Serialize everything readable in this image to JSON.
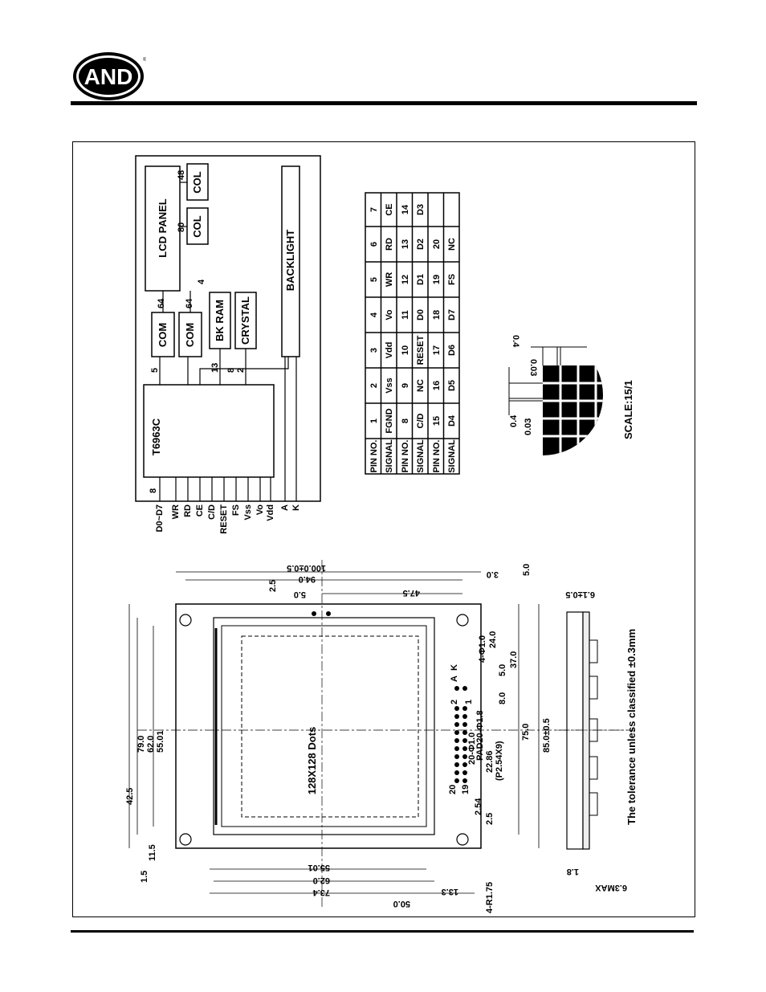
{
  "brand": {
    "logo_text": "AND",
    "registered_mark": "®"
  },
  "block_diagram": {
    "lcd_panel": "LCD PANEL",
    "col1": "COL",
    "col2": "COL",
    "col1_count": "80",
    "col2_count": "48",
    "com1": "COM",
    "com2": "COM",
    "com_count": "64",
    "bk_ram": "BK RAM",
    "crystal": "CRYSTAL",
    "controller": "T6963C",
    "backlight": "BACKLIGHT",
    "bus_count": "8",
    "b13": "13",
    "b8": "8",
    "b2": "2",
    "b5": "5",
    "b4": "4",
    "signals": [
      "D0~D7",
      "WR",
      "RD",
      "CE",
      "C/D",
      "RESET",
      "FS",
      "Vss",
      "Vo",
      "Vdd"
    ],
    "bl_signals": [
      "A",
      "K"
    ]
  },
  "pin_table": {
    "row_headers": [
      "PIN NO.",
      "SIGNAL",
      "PIN NO.",
      "SIGNAL",
      "PIN NO.",
      "SIGNAL"
    ],
    "pins_a": [
      "1",
      "2",
      "3",
      "4",
      "5",
      "6",
      "7"
    ],
    "sig_a": [
      "FGND",
      "Vss",
      "Vdd",
      "Vo",
      "WR",
      "RD",
      "CE"
    ],
    "pins_b": [
      "8",
      "9",
      "10",
      "11",
      "12",
      "13",
      "14"
    ],
    "sig_b": [
      "C/D",
      "NC",
      "RESET",
      "D0",
      "D1",
      "D2",
      "D3"
    ],
    "pins_c": [
      "15",
      "16",
      "17",
      "18",
      "19",
      "20"
    ],
    "sig_c": [
      "D4",
      "D5",
      "D6",
      "D7",
      "FS",
      "NC"
    ]
  },
  "dot_detail": {
    "d1": "0.4",
    "d2": "0.03",
    "d3": "0.4",
    "d4": "0.03",
    "scale": "SCALE:15/1"
  },
  "outline": {
    "dots": "128X128 Dots",
    "tolerance": "The tolerance unless classified ±0.3mm",
    "dims_top": [
      "100.0±0.5",
      "94.0",
      "47.5",
      "5.0",
      "2.5",
      "3.0",
      "5.0"
    ],
    "dims_left": [
      "79.0",
      "62.0",
      "55.01",
      "42.5",
      "11.5",
      "1.5"
    ],
    "dims_bottom": [
      "55.01",
      "62.0",
      "73.4",
      "50.0",
      "13.3",
      "4-R1.75"
    ],
    "dims_right": [
      "4-Φ1.0",
      "24.0",
      "5.0",
      "37.0",
      "8.0",
      "75.0",
      "85.0±0.5",
      "PAD20-Φ1.8",
      "20-Φ1.0",
      "22.86",
      "(P2.54X9)",
      "2.54",
      "2.5"
    ],
    "pin_labels": [
      "2",
      "1",
      "20",
      "19",
      "A",
      "K"
    ],
    "side_dims": [
      "6.1±0.5",
      "1.8",
      "6.3MAX"
    ]
  }
}
